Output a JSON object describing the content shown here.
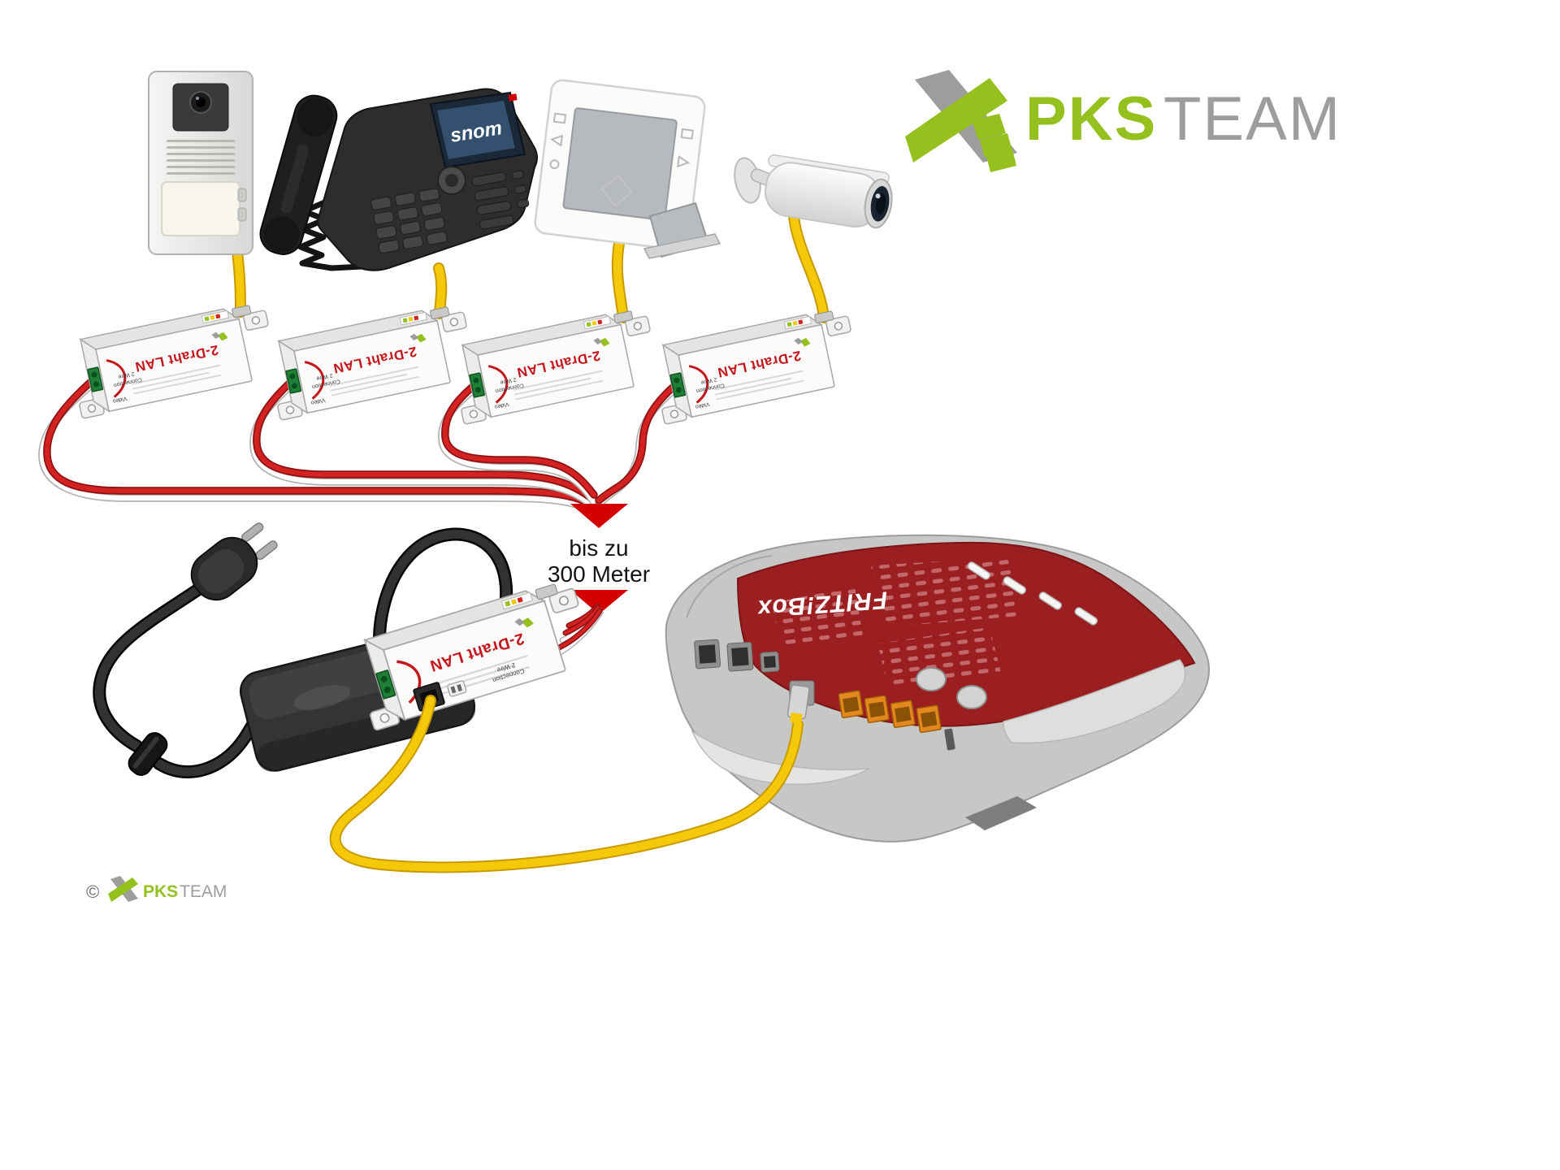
{
  "logo": {
    "pks": "PKS",
    "team": "TEAM"
  },
  "footer": {
    "copyright": "©",
    "pks": "PKS",
    "team": "TEAM"
  },
  "phone": {
    "brand": "snom"
  },
  "router": {
    "brand": "FRITZ!Box"
  },
  "distance": {
    "line1": "bis zu",
    "line2": "300 Meter"
  },
  "adapter": {
    "label": "2-Draht LAN",
    "conn1": "2 Wire",
    "conn2": "Connection",
    "video": "Video"
  },
  "colors": {
    "pks_green": "#95c11f",
    "pks_gray": "#9d9d9b",
    "fritz_red": "#9b1e21",
    "cable_yellow": "#f6c80a",
    "wire_red": "#d42222",
    "arrow_red": "#d40000"
  }
}
